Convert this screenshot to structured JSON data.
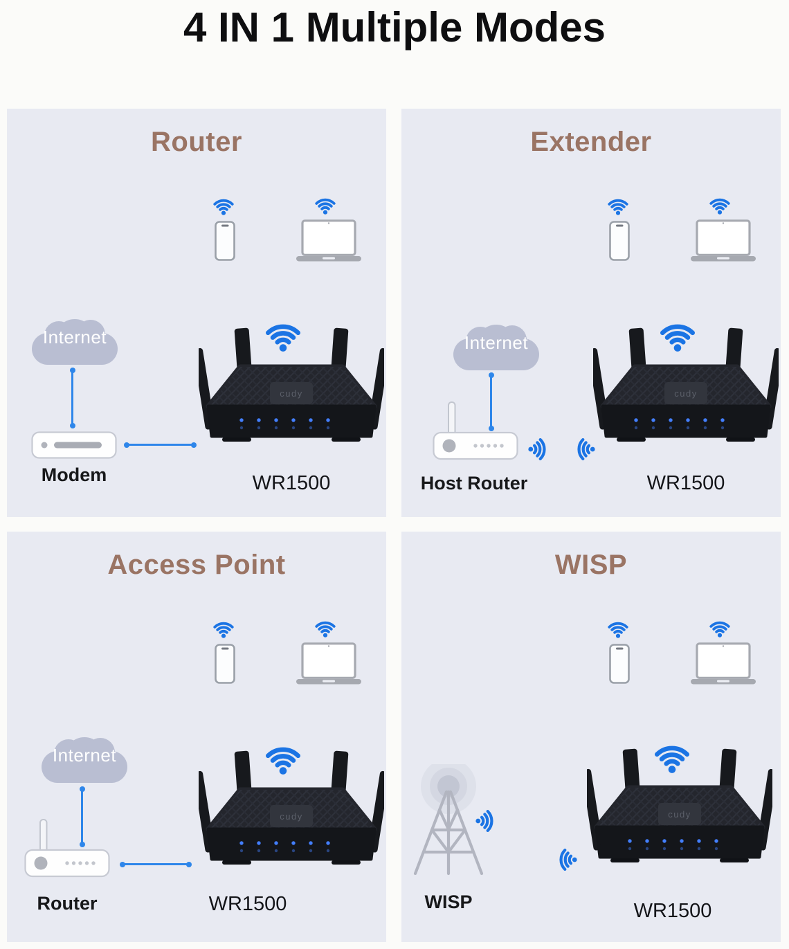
{
  "page": {
    "title": "4 IN 1 Multiple Modes"
  },
  "branding": {
    "router_logo": "cudy",
    "router_model": "WR1500"
  },
  "colors": {
    "page_background": "#fbfbf9",
    "panel_background": "#e8eaf2",
    "panel_title_brown": "#9a7464",
    "wifi_blue": "#1b74e4",
    "connector_blue": "#2e86ea",
    "cloud_gray": "#b9bed2",
    "label_text": "#17181a"
  },
  "panels": [
    {
      "title": "Router",
      "cloud_label": "Internet",
      "source_label": "Modem",
      "device_label": "WR1500"
    },
    {
      "title": "Extender",
      "cloud_label": "Internet",
      "source_label": "Host Router",
      "device_label": "WR1500"
    },
    {
      "title": "Access Point",
      "cloud_label": "Internet",
      "source_label": "Router",
      "device_label": "WR1500"
    },
    {
      "title": "WISP",
      "source_label": "WISP",
      "device_label": "WR1500"
    }
  ]
}
